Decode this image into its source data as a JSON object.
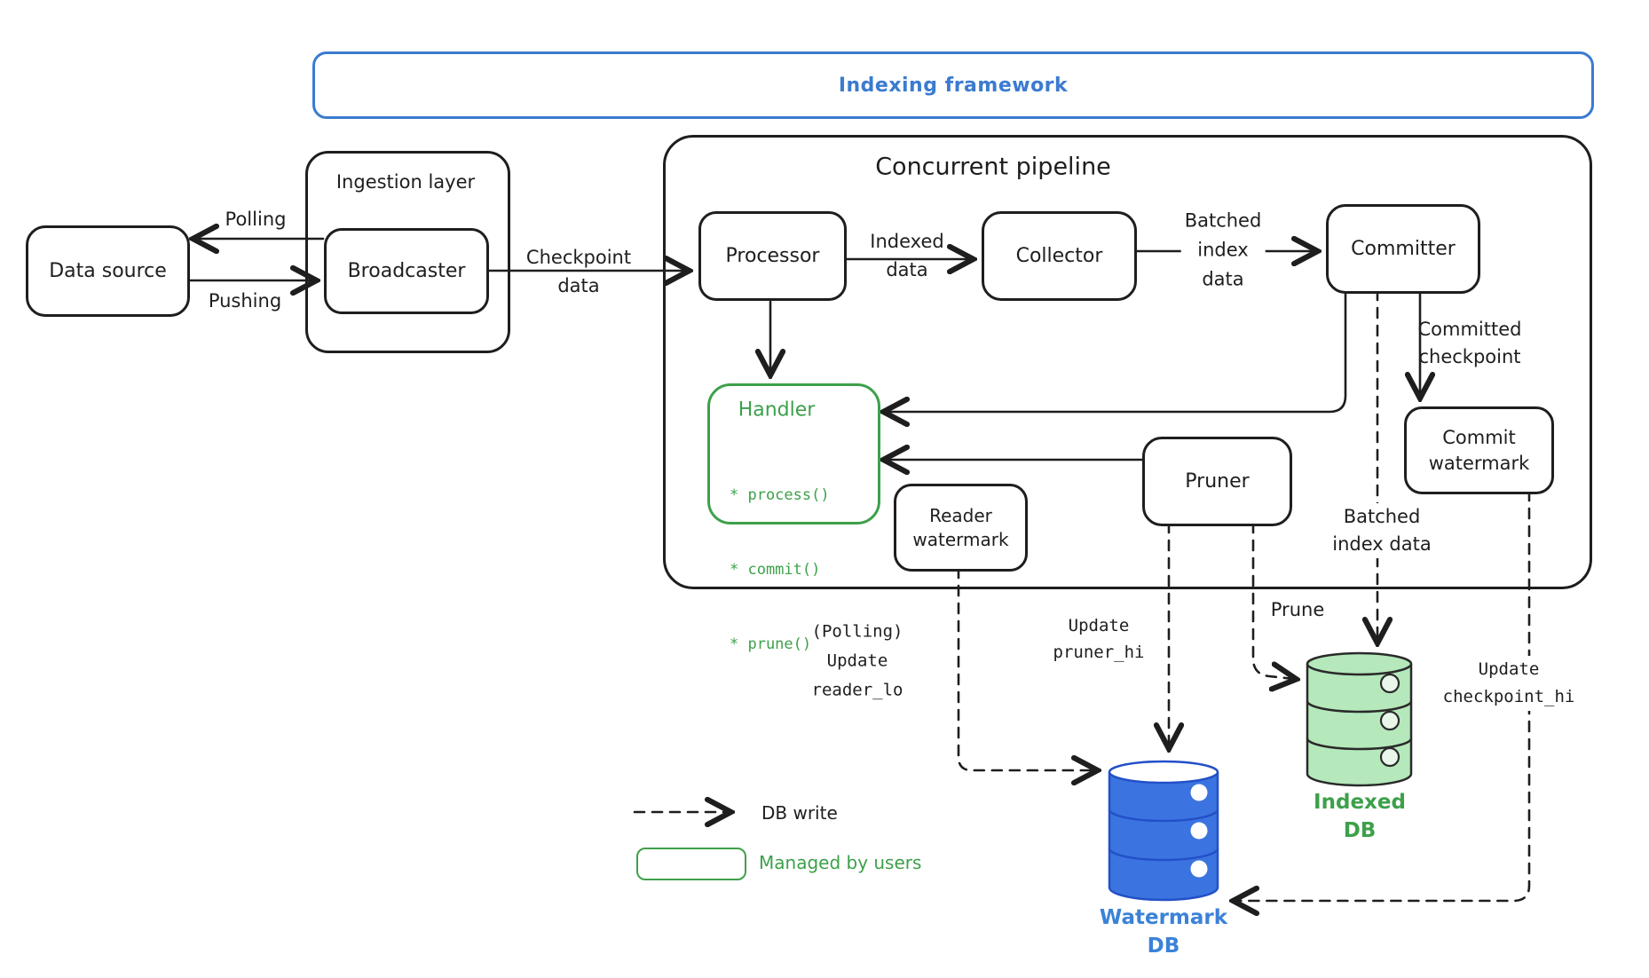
{
  "banner": {
    "title": "Indexing framework"
  },
  "boxes": {
    "data_source": {
      "label": "Data source"
    },
    "ingestion_layer": {
      "label": "Ingestion layer"
    },
    "broadcaster": {
      "label": "Broadcaster"
    },
    "pipeline": {
      "title": "Concurrent pipeline"
    },
    "processor": {
      "label": "Processor"
    },
    "collector": {
      "label": "Collector"
    },
    "committer": {
      "label": "Committer"
    },
    "commit_watermark": {
      "line1": "Commit",
      "line2": "watermark"
    },
    "pruner": {
      "label": "Pruner"
    },
    "reader_watermark": {
      "line1": "Reader",
      "line2": "watermark"
    },
    "handler": {
      "title": "Handler",
      "items": [
        "* process()",
        "* commit()",
        "* prune()"
      ]
    }
  },
  "edges": {
    "polling": {
      "label": "Polling"
    },
    "pushing": {
      "label": "Pushing"
    },
    "checkpoint_data": {
      "line1": "Checkpoint",
      "line2": "data"
    },
    "indexed_data": {
      "line1": "Indexed",
      "line2": "data"
    },
    "batched_index_data": {
      "line1": "Batched",
      "line2": "index",
      "line3": "data"
    },
    "committed_checkpoint": {
      "line1": "Committed",
      "line2": "checkpoint"
    },
    "batched_index_data_db": {
      "line1": "Batched",
      "line2": "index data"
    },
    "prune": {
      "label": "Prune"
    },
    "update_reader_lo": {
      "line1": "(Polling)",
      "line2": "Update",
      "line3": "reader_lo"
    },
    "update_pruner_hi": {
      "line1": "Update",
      "line2": "pruner_hi"
    },
    "update_checkpoint_hi": {
      "line1": "Update",
      "line2": "checkpoint_hi"
    }
  },
  "databases": {
    "watermark": {
      "line1": "Watermark",
      "line2": "DB"
    },
    "indexed": {
      "line1": "Indexed",
      "line2": "DB"
    }
  },
  "legend": {
    "db_write": "DB write",
    "managed_by_users": "Managed by users"
  },
  "colors": {
    "blue": "#3b7bd0",
    "green": "#3da04a",
    "ink": "#1e1e1e",
    "db_blue_fill": "#3b74e0",
    "db_blue_stroke": "#2350c8",
    "db_green_fill": "#b5e8bb"
  }
}
